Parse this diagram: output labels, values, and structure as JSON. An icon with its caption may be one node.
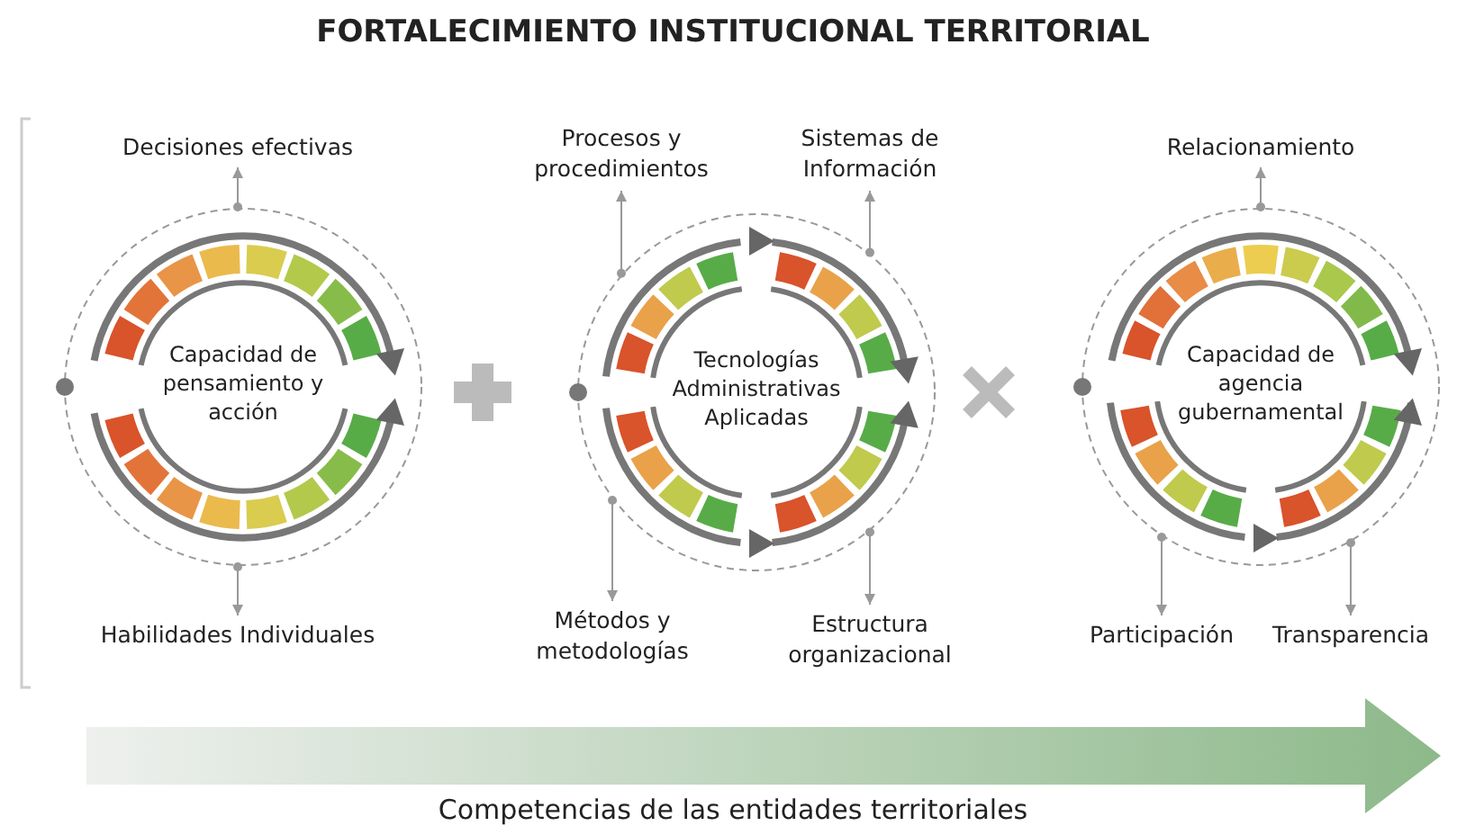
{
  "diagram": {
    "title": "FORTALECIMIENTO INSTITUCIONAL TERRITORIAL",
    "caption": "Competencias de las entidades territoriales",
    "nodes": [
      {
        "text": [
          "Capacidad de pensamiento y acción"
        ]
      },
      {
        "text": [
          "Decisiones efectivas"
        ]
      },
      {
        "text": [
          "Habilidades Individuales"
        ]
      },
      {
        "text": [
          "Tecnologías Administrativas Aplicadas"
        ]
      },
      {
        "text": [
          "Procesos y procedimientos"
        ]
      },
      {
        "text": [
          "Sistemas de Información"
        ]
      },
      {
        "text": [
          "Métodos y metodologías"
        ]
      },
      {
        "text": [
          "Estructura organizacional"
        ]
      },
      {
        "text": [
          "Capacidad de agencia gubernamental"
        ]
      },
      {
        "text": [
          "Relacionamiento"
        ]
      },
      {
        "text": [
          "Participación"
        ]
      },
      {
        "text": [
          "Transparencia"
        ]
      }
    ],
    "edges": [
      {
        "from": 0,
        "to": 1,
        "arrow": "to"
      },
      {
        "from": 0,
        "to": 2,
        "arrow": "to"
      },
      {
        "from": 3,
        "to": 4,
        "arrow": "to"
      },
      {
        "from": 3,
        "to": 5,
        "arrow": "to"
      },
      {
        "from": 3,
        "to": 6,
        "arrow": "to"
      },
      {
        "from": 3,
        "to": 7,
        "arrow": "to"
      },
      {
        "from": 8,
        "to": 9,
        "arrow": "to"
      },
      {
        "from": 8,
        "to": 10,
        "arrow": "to"
      },
      {
        "from": 8,
        "to": 11,
        "arrow": "to"
      }
    ]
  }
}
